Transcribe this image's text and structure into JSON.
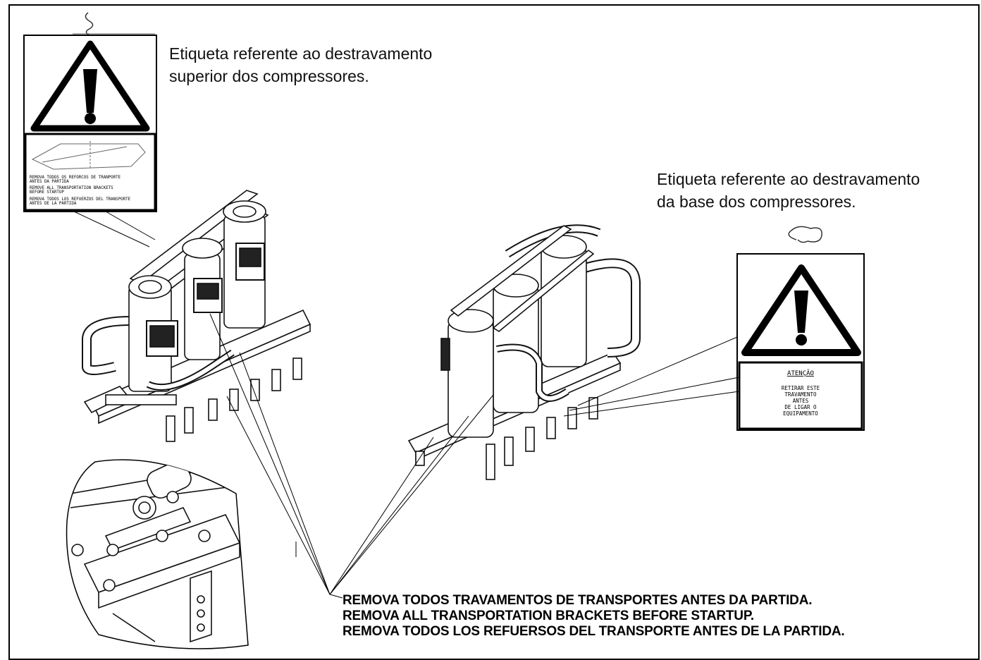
{
  "callout_top": {
    "line1": "Etiqueta referente ao destravamento",
    "line2": "superior dos compressores."
  },
  "callout_right": {
    "line1": "Etiqueta referente ao destravamento",
    "line2": "da base dos compressores."
  },
  "label_top": {
    "line1": "REMOVA TODOS OS REFORCOS DE TRANPORTE",
    "line2": "ANTES DA PARTIDA",
    "line3": "REMOVE ALL TRANSPORTATION BRACKETS",
    "line4": "BEFORE STARTUP",
    "line5": "REMOVA TODOS LOS REFUERZOS DEL TRANSPORTE",
    "line6": "ANTES DE LA PARTIDA"
  },
  "label_right": {
    "heading": "ATENÇÃO",
    "line1": "RETIRAR ESTE",
    "line2": "TRAVAMENTO",
    "line3": "ANTES",
    "line4": "DE LIGAR O",
    "line5": "EQUIPAMENTO"
  },
  "bottom_note": {
    "line1": "REMOVA TODOS TRAVAMENTOS DE TRANSPORTES ANTES DA PARTIDA.",
    "line2": "REMOVA ALL TRANSPORTATION BRACKETS BEFORE STARTUP.",
    "line3": "REMOVA TODOS LOS REFUERSOS DEL TRANSPORTE ANTES DE LA PARTIDA."
  }
}
